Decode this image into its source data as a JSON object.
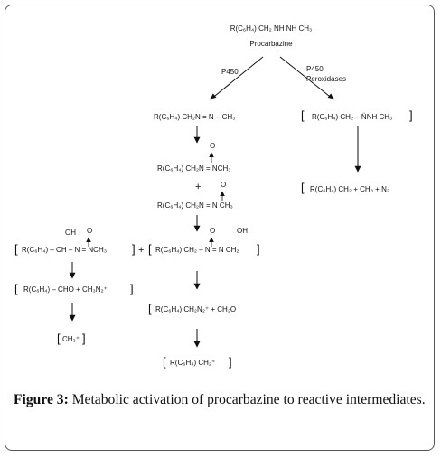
{
  "diagram": {
    "procarbazine_formula": "R(C₆H₄) CH₂ NH NH CH₃",
    "procarbazine_name": "Procarbazine",
    "enzyme_left": "P450",
    "enzyme_right": "P450",
    "enzyme_right_2": "Peroxidases",
    "azo_compound": "R(C₆H₄) CH₂N = N – CH₃",
    "radical_intermediate": "R(C₆H₄) CH₂ – N̈NH CH₃",
    "radical_products": "R(C₆H₄) CH₂ + CH₃ + N₂",
    "azoxy_1": "R(C₆H₄) CH₂N = NCH₃",
    "plus": "+",
    "azoxy_2": "R(C₆H₄) CH₂N = N CH₃",
    "hydroxy_left": "R(C₆H₄) – CH – N = NCH₃",
    "hydroxy_right": "R(C₆H₄) CH₂ – N = N CH₂",
    "aldehyde_products": "R(C₆H₄) – CHO + CH₃N₂⁺",
    "diazonium_products": "R(C₆H₄) CH₂N₂⁺ + CH₂O",
    "methyl_cation": "CH₃⁺",
    "benzyl_cation": "R(C₆H₄) CH₂⁺",
    "oxygen": "O",
    "hydroxyl": "OH"
  },
  "caption": {
    "label": "Figure 3:",
    "text": "Metabolic activation of procarbazine to reactive intermediates."
  }
}
